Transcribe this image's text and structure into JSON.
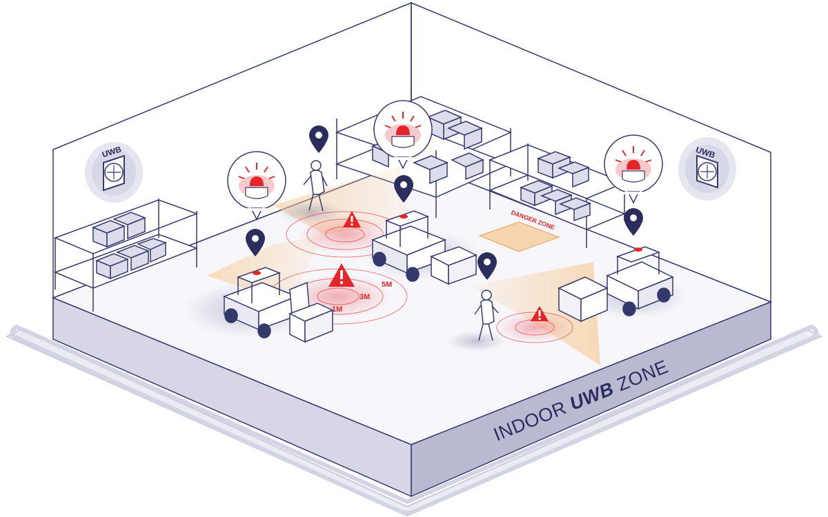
{
  "zone_label": {
    "prefix": "INDOOR ",
    "emphasis": "UWB",
    "suffix": " ZONE"
  },
  "anchors": [
    {
      "label": "UWB"
    },
    {
      "label": "UWB"
    }
  ],
  "danger_zone_label": "DANGER ZONE",
  "range_labels": {
    "one": "1M",
    "three": "3M",
    "five": "5M"
  },
  "colors": {
    "navy": "#2b2e5c",
    "line": "#34386b",
    "floor": "#f7f7fb",
    "wall_side": "#cfcfe2",
    "alert_red": "#e52528",
    "zone_orange": "#f7c48a",
    "danger_fill": "#f6c68d"
  },
  "icons": [
    "beacon-alarm-icon",
    "location-pin-icon",
    "warning-triangle-icon",
    "uwb-anchor-icon"
  ]
}
